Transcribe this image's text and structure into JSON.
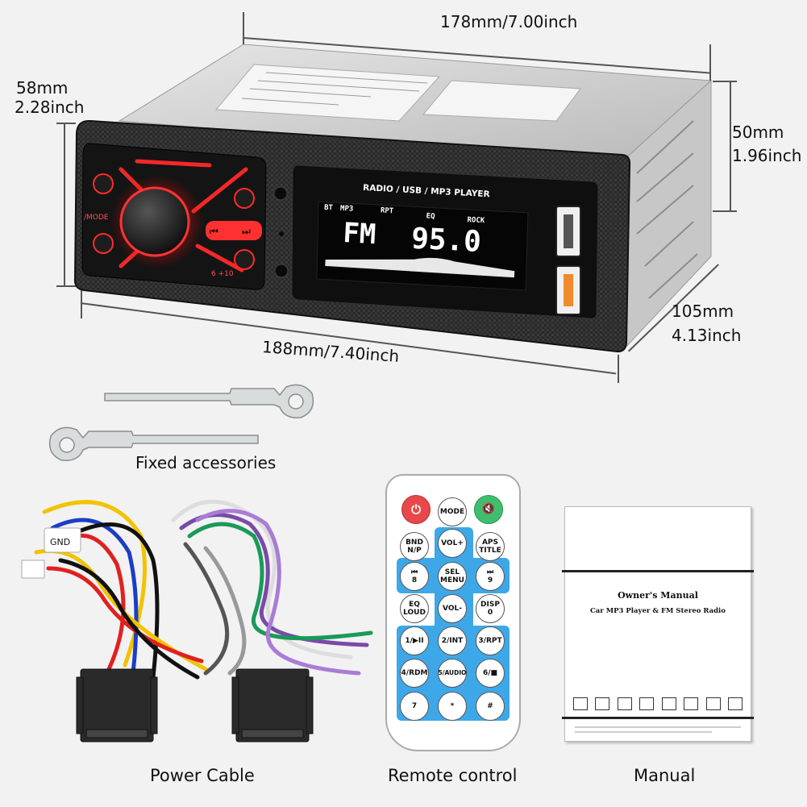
{
  "dimensions": {
    "top_width": "178mm/7.00inch",
    "front_height_mm": "58mm",
    "front_height_inch": "2.28inch",
    "right_height_mm": "50mm",
    "right_height_inch": "1.96inch",
    "front_width": "188mm/7.40inch",
    "depth_mm": "105mm",
    "depth_inch": "4.13inch"
  },
  "head_unit": {
    "title": "RADIO / USB / MP3  PLAYER",
    "lcd": {
      "bt": "BT",
      "mp3": "MP3",
      "rpt": "RPT",
      "eq": "EQ",
      "rock": "ROCK",
      "band": "FM",
      "frequency": "95.0"
    },
    "keys": {
      "mode": "/MODE",
      "prev": "⏮",
      "next": "⏭",
      "key_6": "6 +10"
    }
  },
  "captions": {
    "accessories": "Fixed accessories",
    "cable": "Power Cable",
    "remote": "Remote control",
    "manual": "Manual"
  },
  "cable": {
    "gnd_label": "GND"
  },
  "remote": {
    "buttons": [
      {
        "id": "power",
        "label": "⏻"
      },
      {
        "id": "mode",
        "label": "MODE"
      },
      {
        "id": "mute",
        "label": "🔇"
      },
      {
        "id": "bnd",
        "label": "BND\nN/P"
      },
      {
        "id": "volup",
        "label": "VOL+"
      },
      {
        "id": "aps",
        "label": "APS\nTITLE"
      },
      {
        "id": "prev8",
        "label": "⏮\n8"
      },
      {
        "id": "selmenu",
        "label": "SEL\nMENU"
      },
      {
        "id": "next9",
        "label": "⏭\n9"
      },
      {
        "id": "eqloud",
        "label": "EQ\nLOUD"
      },
      {
        "id": "voldown",
        "label": "VOL-"
      },
      {
        "id": "disp",
        "label": "DISP\n0"
      },
      {
        "id": "k1",
        "label": "1/▶II"
      },
      {
        "id": "k2",
        "label": "2/INT"
      },
      {
        "id": "k3",
        "label": "3/RPT"
      },
      {
        "id": "k4",
        "label": "4/RDM"
      },
      {
        "id": "k5",
        "label": "5/AUDIO"
      },
      {
        "id": "k6",
        "label": "6/■"
      },
      {
        "id": "k7",
        "label": "7"
      },
      {
        "id": "kstar",
        "label": "*"
      },
      {
        "id": "khash",
        "label": "#"
      }
    ]
  },
  "manual": {
    "title": "Owner's Manual",
    "subtitle": "Car MP3 Player & FM Stereo Radio"
  },
  "colors": {
    "led_red": "#ff2a2a",
    "remote_blue": "#3ea7e8",
    "power_red": "#e8484a",
    "mute_green": "#3fbf6d"
  }
}
